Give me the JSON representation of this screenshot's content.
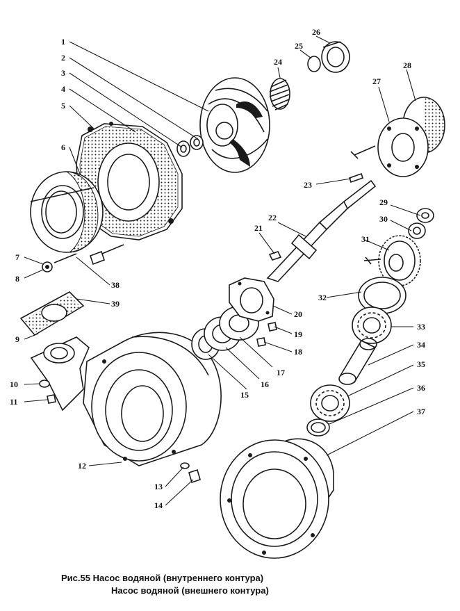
{
  "caption": {
    "line1": "Рис.55 Насос водяной (внутреннего контура)",
    "line2": "Насос водяной (внешнего контура)"
  },
  "part_numbers": [
    "1",
    "2",
    "3",
    "4",
    "5",
    "6",
    "7",
    "8",
    "9",
    "10",
    "11",
    "12",
    "13",
    "14",
    "15",
    "16",
    "17",
    "18",
    "19",
    "20",
    "21",
    "22",
    "23",
    "24",
    "25",
    "26",
    "27",
    "28",
    "29",
    "30",
    "31",
    "32",
    "33",
    "34",
    "35",
    "36",
    "37",
    "38",
    "39"
  ]
}
